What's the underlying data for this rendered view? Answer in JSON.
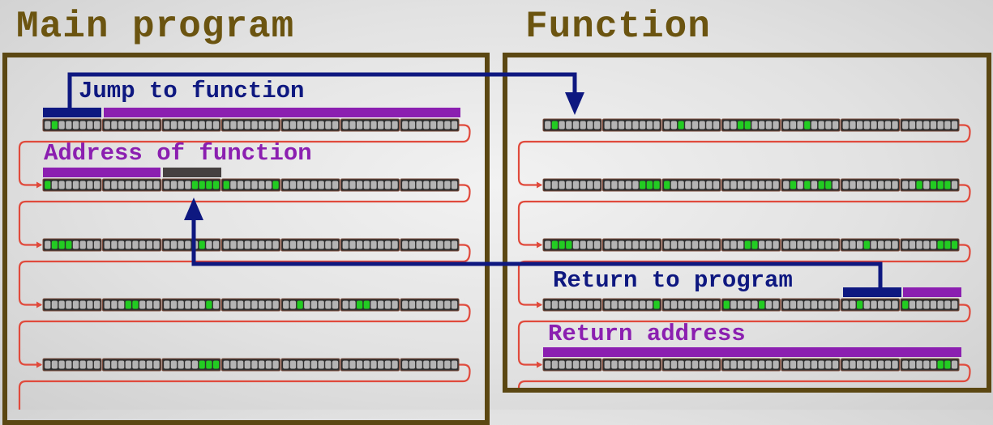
{
  "headings": {
    "main": "Main program",
    "function": "Function"
  },
  "labels": {
    "jump": "Jump to function",
    "address": "Address of function",
    "return_prog": "Return to program",
    "return_addr": "Return address"
  },
  "colors": {
    "frame": "#5b4712",
    "heading": "#6b5410",
    "opcode_blue": "#0e1880",
    "operand_purple": "#8b1fb0",
    "pointer_gray": "#454040",
    "bit_on": "#22cc22",
    "bit_off": "#b4b4b4",
    "flow_line": "#e04a3c"
  },
  "memory": {
    "bytes_per_word": 7,
    "bits_per_byte": 8,
    "main_program": [
      {
        "green_bits": [
          1
        ]
      },
      {
        "green_bits": [
          0,
          20,
          21,
          22,
          23,
          24,
          31
        ]
      },
      {
        "green_bits": [
          1,
          2,
          3,
          21
        ]
      },
      {
        "green_bits": [
          11,
          12,
          22,
          34,
          42,
          43
        ]
      },
      {
        "green_bits": [
          21,
          22,
          23
        ]
      }
    ],
    "function": [
      {
        "green_bits": [
          1,
          18,
          26,
          27,
          35
        ]
      },
      {
        "green_bits": [
          13,
          14,
          15,
          16,
          33,
          35,
          37,
          38,
          50,
          52,
          53,
          54
        ]
      },
      {
        "green_bits": [
          1,
          2,
          3,
          27,
          28,
          43,
          53,
          54,
          55,
          56
        ]
      },
      {
        "green_bits": [
          15,
          24,
          29,
          42,
          48
        ]
      },
      {
        "green_bits": [
          53,
          54
        ]
      }
    ]
  }
}
